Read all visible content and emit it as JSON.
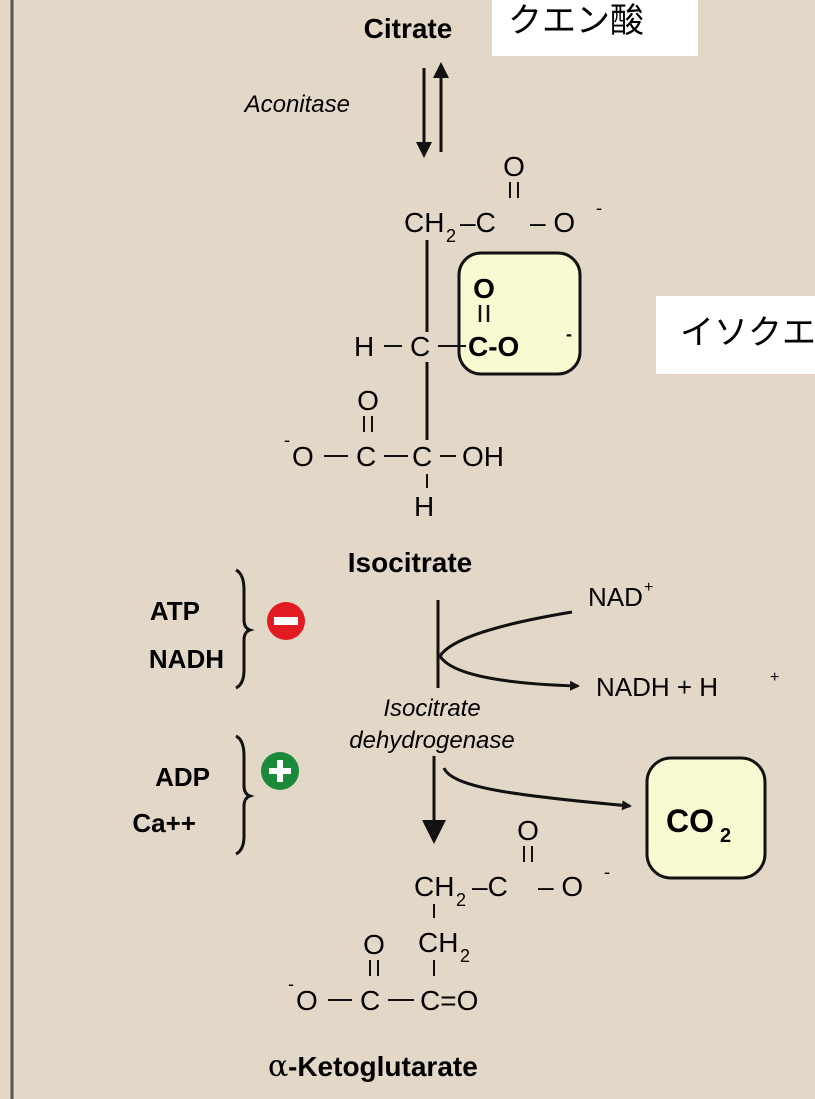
{
  "citrate": {
    "name": "Citrate",
    "jp_label": "クエン酸"
  },
  "aconitase": {
    "name": "Aconitase"
  },
  "isocitrate": {
    "name": "Isocitrate",
    "jp_label": "イソクエ"
  },
  "isocitrate_struct": {
    "top_o": "O",
    "top_ch2": "CH",
    "sub2": "2",
    "top_c": "–C",
    "top_o_minus": "– O",
    "hl_o": "O",
    "hl_co": "C-O",
    "mid_h": "H",
    "mid_c": "C",
    "low_o": "O",
    "low_o_neg": "O",
    "low_c1": "C",
    "low_c2": "C",
    "low_oh": "OH",
    "bot_h": "H"
  },
  "inhibitors": {
    "items": [
      "ATP",
      "NADH"
    ],
    "sign": "−"
  },
  "activators": {
    "items": [
      "ADP",
      "Ca++"
    ],
    "sign": "+"
  },
  "cofactor": {
    "nad": "NAD",
    "nadh": "NADH + H",
    "plus": "+"
  },
  "enzyme": {
    "line1": "Isocitrate",
    "line2": "dehydrogenase"
  },
  "co2": {
    "label": "CO",
    "sub": "2"
  },
  "ketoglutarate_struct": {
    "top_o": "O",
    "ch2a": "CH",
    "sub2": "2",
    "c_top": "–C",
    "o_minus": "– O",
    "ch2b": "CH",
    "o2": "O",
    "o_neg": "O",
    "c1": "C",
    "c2": "C=O"
  },
  "ketoglutarate": {
    "alpha": "α",
    "name": "-Ketoglutarate"
  },
  "colors": {
    "background": "#e3d7c8",
    "highlight": "#fafad2",
    "inhibit": "#e21a22",
    "activate": "#1a8a3a"
  }
}
